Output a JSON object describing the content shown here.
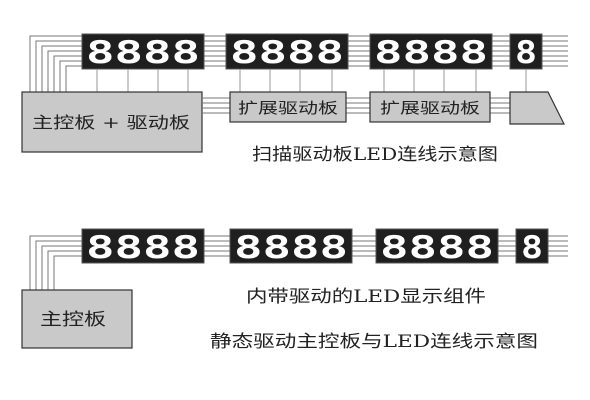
{
  "top": {
    "main_board_label": "主控板 + 驱动板",
    "expansion_labels": [
      "扩展驱动板",
      "扩展驱动板"
    ],
    "caption": "扫描驱动板LED连线示意图",
    "display_groups": [
      {
        "digits": "8888"
      },
      {
        "digits": "8888"
      },
      {
        "digits": "8888"
      },
      {
        "digits": "8"
      }
    ]
  },
  "bottom": {
    "main_board_label": "主控板",
    "module_label": "内带驱动的LED显示组件",
    "caption": "静态驱动主控板与LED连线示意图",
    "display_groups": [
      {
        "digits": "8888"
      },
      {
        "digits": "8888"
      },
      {
        "digits": "8888"
      },
      {
        "digits": "8"
      }
    ]
  },
  "colors": {
    "display_fill": "#1f1f1f",
    "board_fill": "#c9c9c9",
    "line": "#777777"
  }
}
